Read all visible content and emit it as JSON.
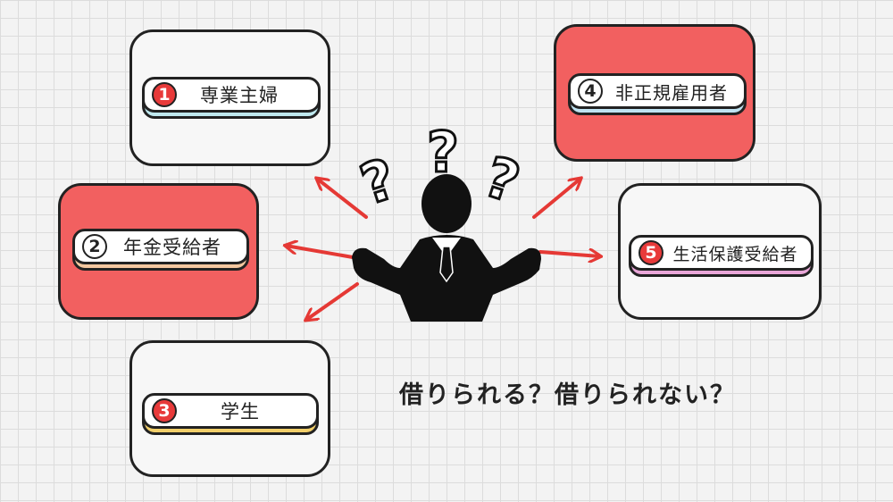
{
  "categories": [
    {
      "number": "1",
      "label": "専業主婦"
    },
    {
      "number": "2",
      "label": "年金受給者"
    },
    {
      "number": "3",
      "label": "学生"
    },
    {
      "number": "4",
      "label": "非正規雇用者"
    },
    {
      "number": "5",
      "label": "生活保護受給者"
    }
  ],
  "caption": "借りられる？借りられない？",
  "question_mark": "?",
  "colors": {
    "card_red": "#f26060",
    "badge_red": "#e83a3a",
    "arrow_red": "#e53935",
    "pill_shadow_cyan": "#bfe9ef",
    "pill_shadow_orange": "#f4c8a0",
    "pill_shadow_yellow": "#f2cf6a",
    "pill_shadow_blue": "#bfe3f2",
    "pill_shadow_pink": "#e9a6d8"
  },
  "icons": [
    "confused-businessman-icon",
    "question-mark-icon",
    "arrow-icon"
  ]
}
